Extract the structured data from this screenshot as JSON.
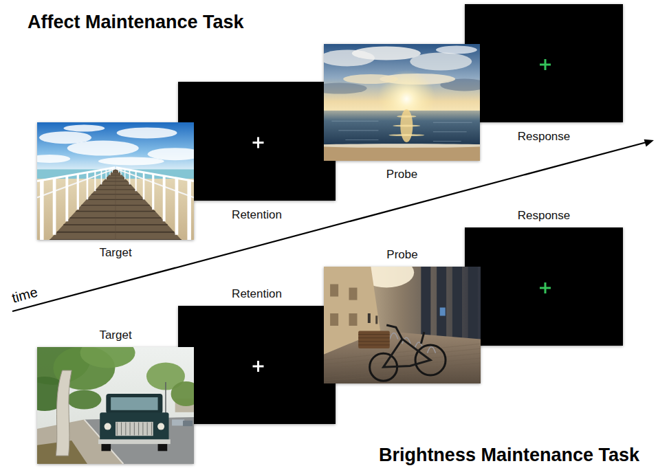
{
  "diagram": {
    "nodes": [
      {
        "text": [
          "Target"
        ]
      },
      {
        "text": [
          "Retention"
        ]
      },
      {
        "text": [
          "Probe"
        ]
      },
      {
        "text": [
          "Response"
        ]
      },
      {
        "text": [
          "Target"
        ]
      },
      {
        "text": [
          "Retention"
        ]
      },
      {
        "text": [
          "Probe"
        ]
      },
      {
        "text": [
          "Response"
        ]
      }
    ],
    "labels": [
      "Affect Maintenance Task",
      "time",
      "Brightness Maintenance Task"
    ]
  }
}
